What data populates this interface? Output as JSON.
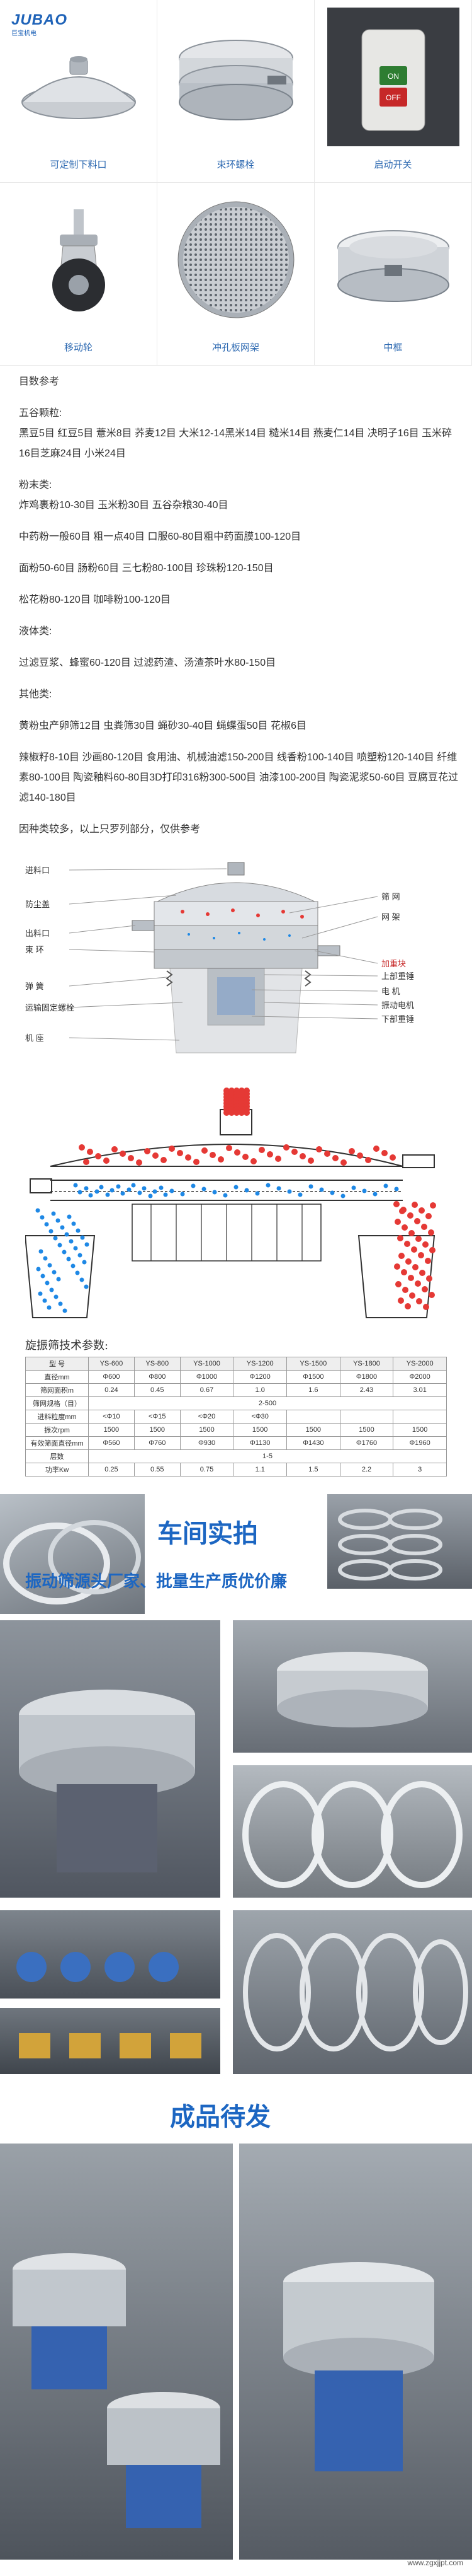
{
  "brand": {
    "logo": "JUBAO",
    "logo_sub": "巨宝机电"
  },
  "parts": [
    {
      "caption": "可定制下料口",
      "icon": "discharge-lid-icon"
    },
    {
      "caption": "束环螺栓",
      "icon": "clamp-bolt-icon"
    },
    {
      "caption": "启动开关",
      "icon": "start-switch-icon"
    },
    {
      "caption": "移动轮",
      "icon": "caster-wheel-icon"
    },
    {
      "caption": "冲孔板网架",
      "icon": "perforated-plate-icon"
    },
    {
      "caption": "中框",
      "icon": "middle-frame-icon"
    }
  ],
  "switch": {
    "on": "ON",
    "off": "OFF"
  },
  "mesh_reference": {
    "heading": "目数参考",
    "sections": [
      {
        "title": "五谷颗粒:",
        "lines": [
          "黑豆5目 红豆5目 薏米8目 荞麦12目 大米12-14黑米14目 糙米14目 燕麦仁14目 决明子16目 玉米碎16目芝麻24目 小米24目"
        ]
      },
      {
        "title": "粉末类:",
        "lines": [
          "炸鸡裹粉10-30目 玉米粉30目 五谷杂粮30-40目",
          "中药粉一般60目 粗一点40目 口服60-80目粗中药面膜100-120目",
          "面粉50-60目 肠粉60目 三七粉80-100目 珍珠粉120-150目",
          "松花粉80-120目 咖啡粉100-120目"
        ]
      },
      {
        "title": "液体类:",
        "lines": [
          "过滤豆浆、蜂蜜60-120目 过滤药渣、汤渣茶叶水80-150目"
        ]
      },
      {
        "title": "其他类:",
        "lines": [
          "黄粉虫产卵筛12目 虫粪筛30目 蝇砂30-40目 蝇蝶蛋50目 花椒6目",
          "辣椒籽8-10目 沙画80-120目 食用油、机械油滤150-200目 线香粉100-140目 喷塑粉120-140目 纤维素80-100目 陶瓷釉料60-80目3D打印316粉300-500目 油漆100-200目 陶瓷泥浆50-60目 豆腐豆花过滤140-180目",
          "因种类较多，以上只罗列部分，仅供参考"
        ]
      }
    ]
  },
  "structure_labels": {
    "left": [
      "进料口",
      "防尘盖",
      "出料口",
      "束 环",
      "弹 簧",
      "运输固定螺栓",
      "机 座"
    ],
    "right": [
      "筛 网",
      "网 架",
      "加重块",
      "上部重锤",
      "电 机",
      "振动电机",
      "下部重锤"
    ]
  },
  "spec_table": {
    "title": "旋振筛技术参数:",
    "header": [
      "型 号",
      "YS-600",
      "YS-800",
      "YS-1000",
      "YS-1200",
      "YS-1500",
      "YS-1800",
      "YS-2000"
    ],
    "rows": [
      [
        "直径mm",
        "Φ600",
        "Φ800",
        "Φ1000",
        "Φ1200",
        "Φ1500",
        "Φ1800",
        "Φ2000"
      ],
      [
        "筛网面积m",
        "0.24",
        "0.45",
        "0.67",
        "1.0",
        "1.6",
        "2.43",
        "3.01"
      ],
      [
        "筛网规格（目）",
        "2-500"
      ],
      [
        "进料粒度mm",
        "<Φ10",
        "<Φ15",
        "<Φ20",
        "<Φ30"
      ],
      [
        "振次rpm",
        "1500",
        "1500",
        "1500",
        "1500",
        "1500",
        "1500",
        "1500"
      ],
      [
        "有效筛面直径mm",
        "Φ560",
        "Φ760",
        "Φ930",
        "Φ1130",
        "Φ1430",
        "Φ1760",
        "Φ1960"
      ],
      [
        "层数",
        "1-5"
      ],
      [
        "功率Kw",
        "0.25",
        "0.55",
        "0.75",
        "1.1",
        "1.5",
        "2.2",
        "3"
      ]
    ]
  },
  "workshop": {
    "title": "车间实拍",
    "subtitle": "振动筛源头厂家、批量生产质优价廉"
  },
  "shipping": {
    "title": "成品待发"
  },
  "footer": {
    "url": "www.zgxjjpt.com"
  },
  "colors": {
    "accent": "#1c66c2",
    "caption": "#2a67b0",
    "particle_red": "#e53935",
    "particle_blue": "#1e88e5"
  }
}
